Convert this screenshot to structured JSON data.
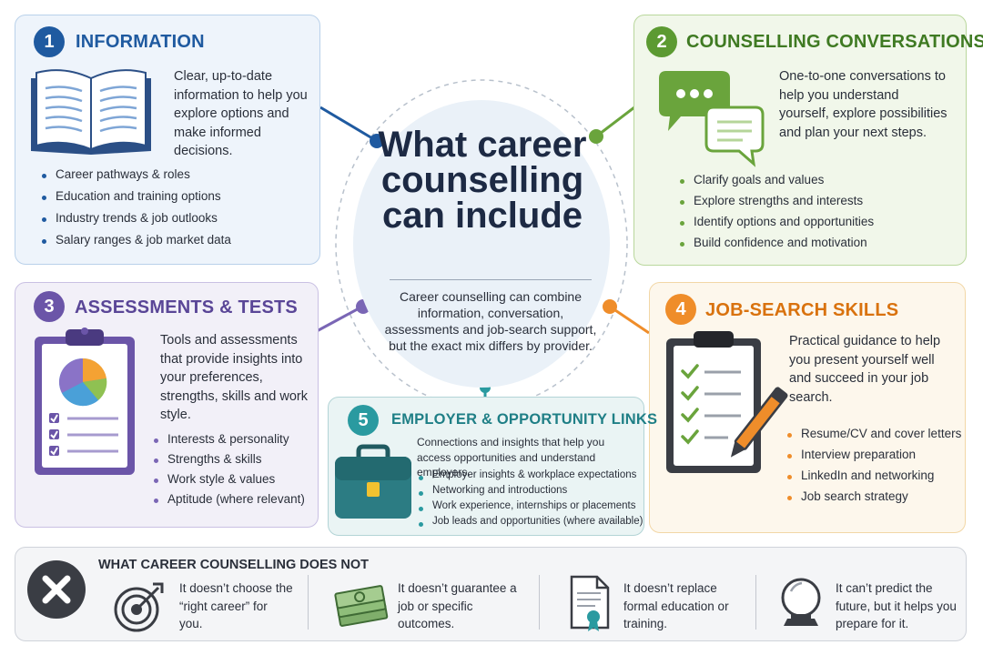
{
  "center": {
    "title": "What career counselling can include",
    "subtitle": "Career counselling can combine information, conversation, assessments and job-search support, but the exact mix differs by provider."
  },
  "sections": [
    {
      "number": "1",
      "heading": "INFORMATION",
      "description": "Clear, up-to-date information to help you explore options and make informed decisions.",
      "icon": "open-book-icon",
      "color": "#1f5aa0",
      "bullets": [
        "Career pathways & roles",
        "Education and training options",
        "Industry trends & job outlooks",
        "Salary ranges & job market data"
      ]
    },
    {
      "number": "2",
      "heading": "COUNSELLING CONVERSATIONS",
      "description": "One-to-one conversations to help you understand yourself, explore possibilities and plan your next steps.",
      "icon": "speech-bubbles-icon",
      "color": "#4d8a2b",
      "bullets": [
        "Clarify goals and values",
        "Explore strengths and interests",
        "Identify options and opportunities",
        "Build confidence and motivation"
      ]
    },
    {
      "number": "3",
      "heading": "ASSESSMENTS & TESTS",
      "description": "Tools and assessments that provide insights into your preferences, strengths, skills and work style.",
      "icon": "clipboard-pie-chart-icon",
      "color": "#6b55a8",
      "bullets": [
        "Interests & personality",
        "Strengths & skills",
        "Work style & values",
        "Aptitude (where relevant)"
      ]
    },
    {
      "number": "4",
      "heading": "JOB-SEARCH SKILLS",
      "description": "Practical guidance to help you present yourself well and succeed in your job search.",
      "icon": "checklist-pen-icon",
      "color": "#e07b12",
      "bullets": [
        "Resume/CV and cover letters",
        "Interview preparation",
        "LinkedIn and networking",
        "Job search strategy"
      ]
    },
    {
      "number": "5",
      "heading": "EMPLOYER & OPPORTUNITY LINKS",
      "description": "Connections and insights that help you access opportunities and understand employers.",
      "icon": "briefcase-icon",
      "color": "#1f7f86",
      "bullets": [
        "Employer insights & workplace expectations",
        "Networking and introductions",
        "Work experience, internships or placements",
        "Job leads and opportunities (where available)"
      ]
    }
  ],
  "limits": {
    "title": "WHAT CAREER COUNSELLING DOES NOT",
    "items": [
      {
        "icon": "target-icon",
        "text": "It doesn’t choose the “right career” for you."
      },
      {
        "icon": "money-stack-icon",
        "text": "It doesn’t guarantee a job or specific outcomes."
      },
      {
        "icon": "certificate-icon",
        "text": "It doesn’t replace formal education or training."
      },
      {
        "icon": "crystal-ball-icon",
        "text": "It can’t predict the future, but it helps you prepare for it."
      }
    ]
  }
}
